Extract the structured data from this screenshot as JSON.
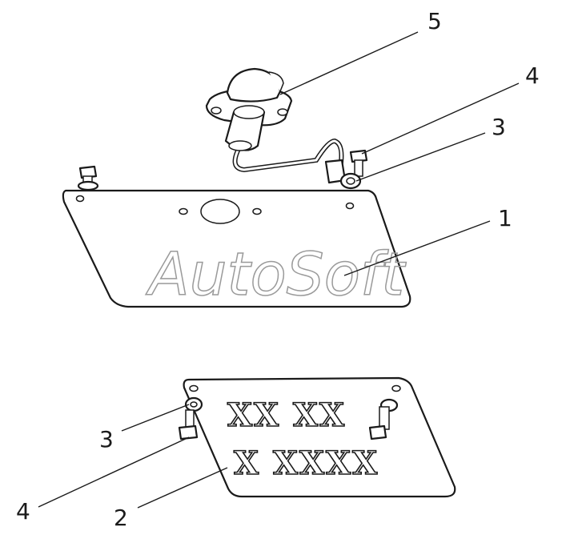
{
  "callouts": {
    "lamp": "5",
    "bolt_upper": "4",
    "washer_upper": "3",
    "bracket": "1",
    "washer_lower": "3",
    "bolt_lower": "4",
    "licence_plate": "2"
  },
  "plate": {
    "line1": "XX XX",
    "line2": "X XXXX"
  },
  "watermark": "AutoSoft",
  "colors": {
    "line": "#1a1a1a",
    "watermark": "#9a9a9a",
    "background": "#ffffff"
  }
}
